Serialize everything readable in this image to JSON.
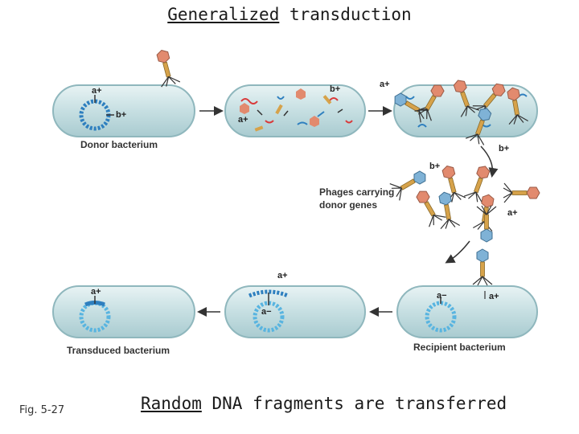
{
  "title": {
    "emphasis": "Generalized",
    "rest": " transduction"
  },
  "caption": {
    "emphasis": "Random",
    "rest": " DNA fragments are transferred"
  },
  "figure_label": "Fig. 5-27",
  "labels": {
    "donor": "Donor bacterium",
    "phages_line1": "Phages carrying",
    "phages_line2": "donor genes",
    "transduced": "Transduced bacterium",
    "recipient": "Recipient bacterium"
  },
  "genes": {
    "a_plus": "a+",
    "b_plus": "b+",
    "a_minus": "a−"
  },
  "colors": {
    "cell_fill": "#cfe3e6",
    "cell_edge": "#8fb7bd",
    "dna_dark": "#2e7fbf",
    "dna_light": "#58b4e0",
    "phage_head": "#e28a6e",
    "phage_tail": "#d6a24a",
    "fragment_red": "#d93a3a"
  }
}
